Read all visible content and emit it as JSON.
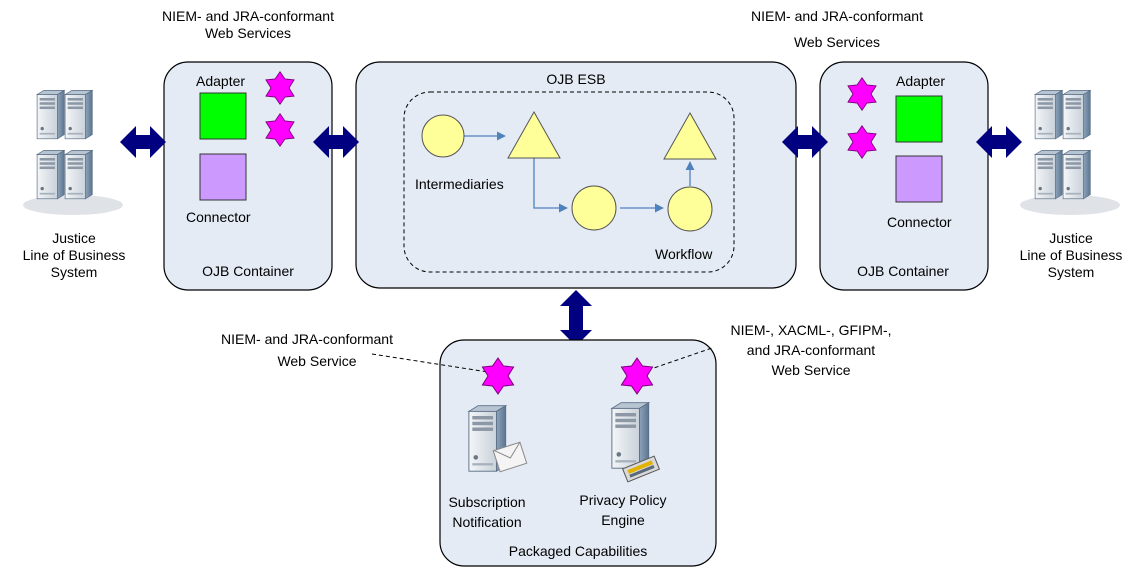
{
  "left_system": {
    "line1": "Justice",
    "line2": "Line of Business",
    "line3": "System"
  },
  "right_system": {
    "line1": "Justice",
    "line2": "Line of Business",
    "line3": "System"
  },
  "left_container": {
    "title": "OJB Container",
    "adapter": "Adapter",
    "connector": "Connector",
    "ws_line1": "NIEM- and JRA-conformant",
    "ws_line2": "Web Services"
  },
  "right_container": {
    "title": "OJB Container",
    "adapter": "Adapter",
    "connector": "Connector",
    "ws_line1": "NIEM- and JRA-conformant",
    "ws_line2": "Web Services"
  },
  "esb": {
    "title": "OJB ESB",
    "intermediaries": "Intermediaries",
    "workflow": "Workflow"
  },
  "packaged": {
    "title": "Packaged Capabilities",
    "sub_line1": "Subscription",
    "sub_line2": "Notification",
    "priv_line1": "Privacy Policy",
    "priv_line2": "Engine",
    "ws_left_line1": "NIEM- and JRA-conformant",
    "ws_left_line2": "Web Service",
    "ws_right_line1": "NIEM-, XACML-, GFIPM-,",
    "ws_right_line2": "and JRA-conformant",
    "ws_right_line3": "Web Service"
  },
  "colors": {
    "container_fill": "#e4ebf5",
    "adapter": "#00ff00",
    "connector": "#cc99ff",
    "service_star": "#ff00ff",
    "node_fill": "#ffff99",
    "arrow": "#000080",
    "flow_line": "#4f81bd"
  },
  "icons": [
    "server-icon",
    "service-star-icon",
    "double-arrow-icon",
    "envelope-icon",
    "policy-card-icon"
  ]
}
